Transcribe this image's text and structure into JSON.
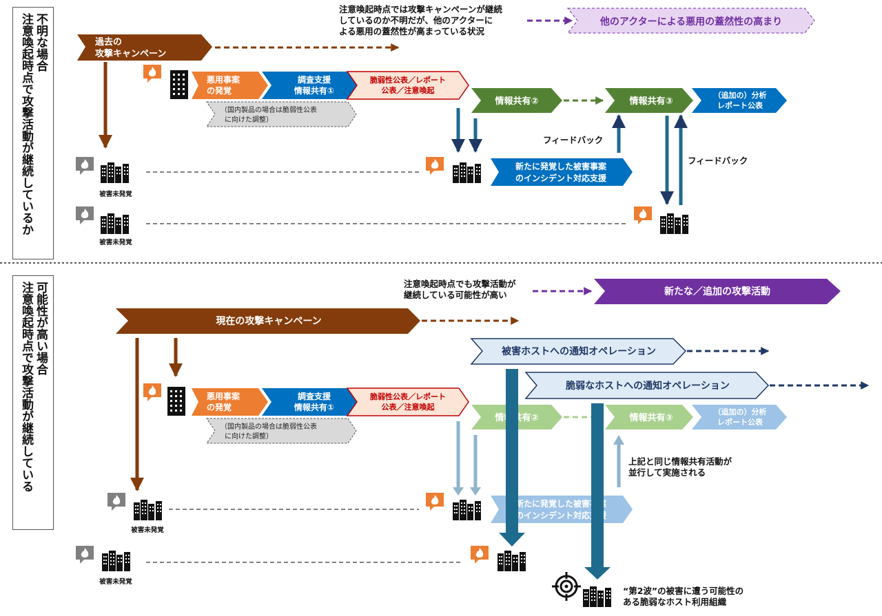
{
  "section_labels": {
    "upper_col1": "注意喚起時点で攻撃活動が継続しているか",
    "upper_col2": "不明な場合",
    "lower_col1": "注意喚起時点で攻撃活動が継続している",
    "lower_col2": "可能性が高い場合"
  },
  "upper": {
    "note_line1": "注意喚起時点では攻撃キャンペーンが継続",
    "note_line2": "しているのか不明だが、他のアクターに",
    "note_line3": "よる悪用の蓋然性が高まっている状況",
    "other_actor_banner": "他のアクターによる悪用の蓋然性の高まり",
    "past_campaign_line1": "過去の",
    "past_campaign_line2": "攻撃キャンペーン",
    "discovery_line1": "悪用事案",
    "discovery_line2": "の発覚",
    "investigation_line1": "調査支援",
    "investigation_line2": "情報共有①",
    "vuln_disclosure_line1": "脆弱性公表／レポート",
    "vuln_disclosure_line2": "公表／注意喚起",
    "domestic_note_line1": "（国内製品の場合は脆弱性公表",
    "domestic_note_line2": "に向けた調整）",
    "share2": "情報共有②",
    "share3": "情報共有③",
    "analysis_line1": "（追加の）分析",
    "analysis_line2": "レポート公表",
    "new_victim_line1": "新たに発覚した被害事案",
    "new_victim_line2": "のインシデント対応支援",
    "feedback1": "フィードバック",
    "feedback2": "フィードバック",
    "undiscovered1": "被害未発覚",
    "undiscovered2": "被害未発覚"
  },
  "lower": {
    "note_line1": "注意喚起時点でも攻撃活動が",
    "note_line2": "継続している可能性が高い",
    "new_attack_banner": "新たな／追加の攻撃活動",
    "current_campaign": "現在の攻撃キャンペーン",
    "victim_notify": "被害ホストへの通知オペレーション",
    "vuln_notify": "脆弱なホストへの通知オペレーション",
    "discovery_line1": "悪用事案",
    "discovery_line2": "の発覚",
    "investigation_line1": "調査支援",
    "investigation_line2": "情報共有①",
    "vuln_disclosure_line1": "脆弱性公表／レポート",
    "vuln_disclosure_line2": "公表／注意喚起",
    "domestic_note_line1": "（国内製品の場合は脆弱性公表",
    "domestic_note_line2": "に向けた調整）",
    "share2": "情報共有②",
    "share3": "情報共有③",
    "analysis_line1": "（追加の）分析",
    "analysis_line2": "レポート公表",
    "new_victim_line1": "新たに発覚した被害事案",
    "new_victim_line2": "のインシデント対応支援",
    "parallel_note_line1": "上記と同じ情報共有活動が",
    "parallel_note_line2": "並行して実施される",
    "undiscovered1": "被害未発覚",
    "undiscovered2": "被害未発覚",
    "second_wave_line1": "“第2波”の被害に遭う可能性の",
    "second_wave_line2": "ある脆弱なホスト利用組織"
  },
  "colors": {
    "brown": "#843C0C",
    "orange": "#ED7D31",
    "blue": "#0070C0",
    "green": "#548235",
    "purple": "#7030A0",
    "navy": "#1F3864",
    "teal": "#1F6B8E",
    "gray": "#808080",
    "red": "#C00000"
  }
}
